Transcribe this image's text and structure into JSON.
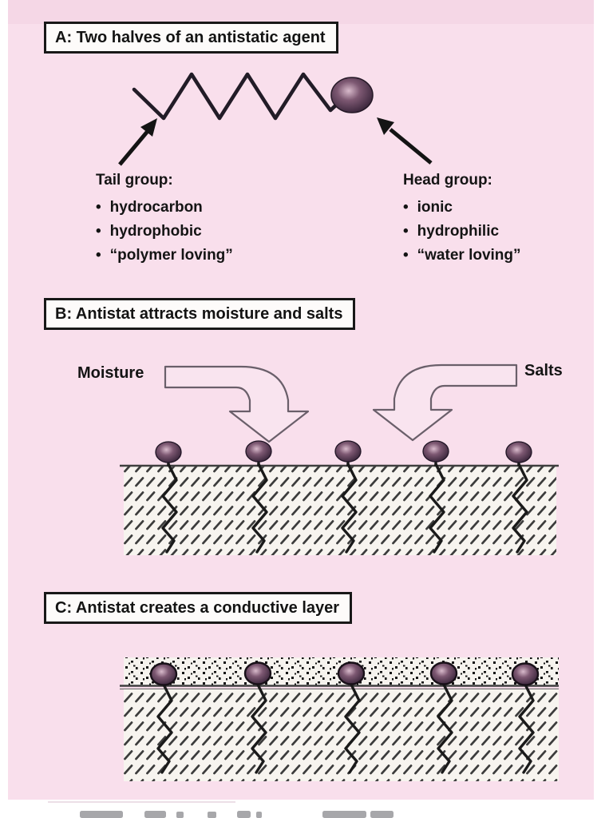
{
  "panel_a": {
    "title": "A: Two halves of an antistatic agent",
    "tail_group": {
      "heading": "Tail group:",
      "items": [
        "hydrocarbon",
        "hydrophobic",
        "“polymer loving”"
      ]
    },
    "head_group": {
      "heading": "Head group:",
      "items": [
        "ionic",
        "hydrophilic",
        "“water loving”"
      ]
    }
  },
  "panel_b": {
    "title": "B: Antistat attracts moisture and salts",
    "moisture_label": "Moisture",
    "salts_label": "Salts"
  },
  "panel_c": {
    "title": "C: Antistat creates a conductive layer"
  },
  "glyphs": {
    "bullet": "•"
  },
  "colors": {
    "panel_bg": "#f9dfec",
    "panel_top_band": "#f5d7e6",
    "title_box_bg": "#fdfbfa",
    "title_box_border": "#181818",
    "text": "#141414",
    "chain_stroke": "#221c27",
    "head_ball_dark": "#342136",
    "head_ball_highlight": "#d8bacb",
    "hollow_arrow_outline": "#6a5f6a",
    "polymer_bg": "#f7f4ef",
    "hatch_stroke": "#3c3c3c",
    "surface_line": "#3f3f3f",
    "conductive_speckle": "#141414",
    "footer_fragment": "#a7a7aa"
  }
}
